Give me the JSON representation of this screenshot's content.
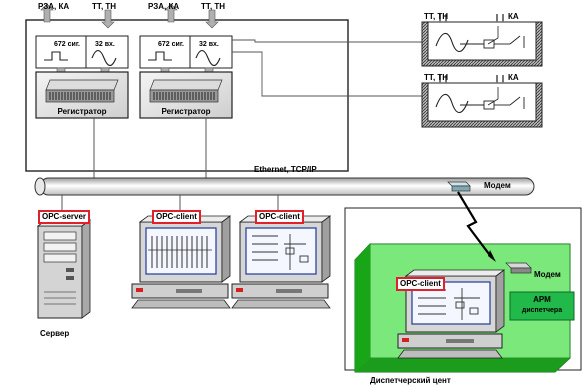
{
  "sensors": {
    "rza_ka": "РЗА, КА",
    "tt_tn": "ТТ, ТН",
    "ka": "КА"
  },
  "recorders": [
    {
      "signals": "672 сиг.",
      "inputs": "32 вх.",
      "name": "Регистратор"
    },
    {
      "signals": "672 сиг.",
      "inputs": "32 вх.",
      "name": "Регистратор"
    }
  ],
  "network": {
    "bus_label": "Ethernet, TCP/IP",
    "modem": "Модем"
  },
  "nodes": {
    "server_tag": "OPC-server",
    "client_tag": "OPC-client",
    "server_caption": "Сервер"
  },
  "dispatch": {
    "modem": "Модем",
    "arm_line1": "АРМ",
    "arm_line2": "диспетчера",
    "room_caption": "Диспетчерский цент"
  },
  "colors": {
    "room_green": "#2fd42f",
    "arm_green": "#21b94a",
    "tag_border": "#e0202a",
    "wire": "#555555"
  }
}
